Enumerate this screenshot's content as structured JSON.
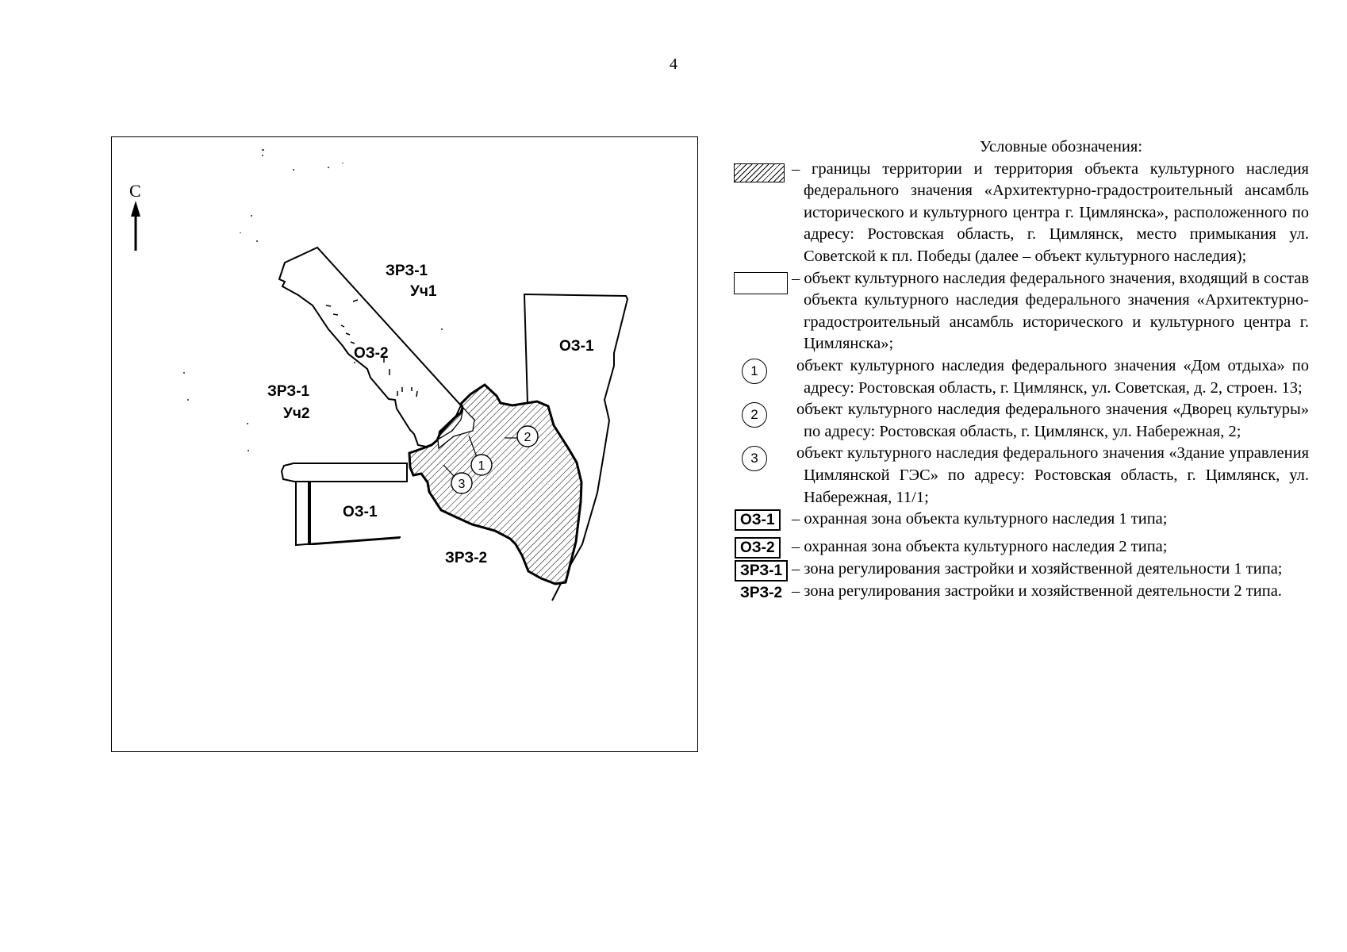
{
  "page_number": "4",
  "map": {
    "north_letter": "С",
    "zones": {
      "zrz1_uch1_code": "ЗРЗ-1",
      "zrz1_uch1_sub": "Уч1",
      "zrz1_uch2_code": "ЗРЗ-1",
      "zrz1_uch2_sub": "Уч2",
      "oz2": "ОЗ-2",
      "oz1_east": "ОЗ-1",
      "oz1_south": "ОЗ-1",
      "zrz2": "ЗРЗ-2"
    },
    "objects": [
      "1",
      "2",
      "3"
    ]
  },
  "legend": {
    "title": "Условные обозначения:",
    "items": [
      {
        "symbol": "hatched-rect",
        "text": "– границы территории и территория объекта культурного наследия федерального значения «Архитектурно-градостроительный ансамбль исторического и культурного центра г. Цимлянска», расположенного по адресу: Ростовская область, г. Цимлянск, место примыкания ул. Советской к пл. Победы (далее – объект культурного наследия);"
      },
      {
        "symbol": "empty-rect",
        "text": "– объект культурного наследия федерального значения, входящий в состав объекта культурного наследия федерального значения «Архитектурно-градостроительный ансамбль исторического и культурного центра г. Цимлянска»;"
      },
      {
        "symbol": "1",
        "text": "объект культурного наследия федерального значения «Дом отдыха» по адресу: Ростовская область, г. Цимлянск, ул. Советская, д. 2, строен. 13;"
      },
      {
        "symbol": "2",
        "text": "объект культурного наследия федерального значения «Дворец культуры» по адресу: Ростовская область, г. Цимлянск, ул. Набережная, 2;"
      },
      {
        "symbol": "3",
        "text": "объект культурного наследия федерального значения «Здание управления Цимлянской ГЭС» по адресу: Ростовская область, г. Цимлянск, ул. Набережная, 11/1;"
      },
      {
        "symbol": "ОЗ-1",
        "text": "– охранная зона объекта культурного наследия 1 типа;"
      },
      {
        "symbol": "ОЗ-2",
        "text": "– охранная зона объекта культурного наследия 2 типа;"
      },
      {
        "symbol": "ЗРЗ-1",
        "text": "– зона регулирования застройки и хозяйственной деятельности 1 типа;"
      },
      {
        "symbol": "ЗРЗ-2",
        "text": "– зона регулирования застройки и хозяйственной деятельности 2 типа."
      }
    ]
  }
}
